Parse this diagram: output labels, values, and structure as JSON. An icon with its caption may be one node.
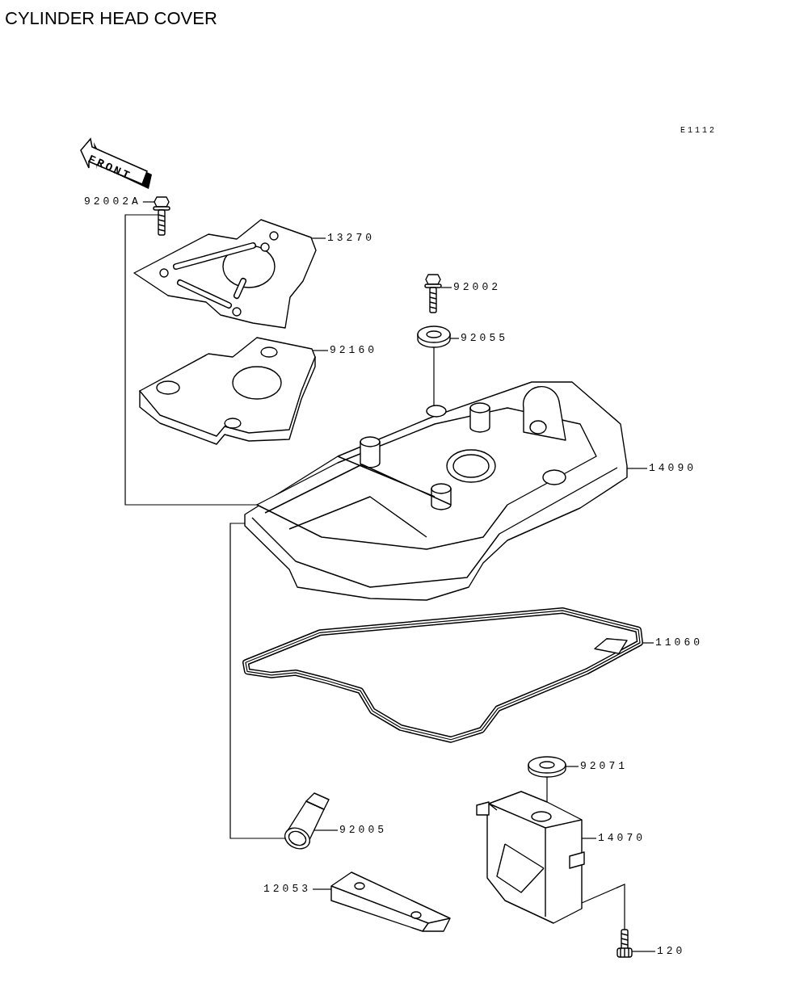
{
  "diagram": {
    "title": "CYLINDER HEAD COVER",
    "nodes": [
      {
        "text": [
          "92002A"
        ]
      },
      {
        "text": [],
        "shape": "picture"
      },
      {
        "text": [
          "13270"
        ]
      },
      {
        "text": [],
        "shape": "picture"
      },
      {
        "text": [
          "92002"
        ]
      },
      {
        "text": [],
        "shape": "picture"
      },
      {
        "text": [
          "92055"
        ]
      },
      {
        "text": [],
        "shape": "picture"
      },
      {
        "text": [
          "92160"
        ]
      },
      {
        "text": [],
        "shape": "picture"
      },
      {
        "text": [
          "14090"
        ]
      },
      {
        "text": [],
        "shape": "picture"
      },
      {
        "text": [
          "11060"
        ]
      },
      {
        "text": [],
        "shape": "picture"
      },
      {
        "text": [
          "92071"
        ]
      },
      {
        "text": [],
        "shape": "picture"
      },
      {
        "text": [
          "14070"
        ]
      },
      {
        "text": [],
        "shape": "picture"
      },
      {
        "text": [
          "92005"
        ]
      },
      {
        "text": [],
        "shape": "picture"
      },
      {
        "text": [
          "12053"
        ]
      },
      {
        "text": [],
        "shape": "picture"
      },
      {
        "text": [
          "120"
        ]
      },
      {
        "text": [],
        "shape": "picture"
      }
    ],
    "edges": [
      {
        "from": 0,
        "to": 1,
        "arrow": "none"
      },
      {
        "from": 2,
        "to": 3,
        "arrow": "none"
      },
      {
        "from": 4,
        "to": 5,
        "arrow": "none"
      },
      {
        "from": 6,
        "to": 7,
        "arrow": "none"
      },
      {
        "from": 8,
        "to": 9,
        "arrow": "none"
      },
      {
        "from": 10,
        "to": 11,
        "arrow": "none"
      },
      {
        "from": 12,
        "to": 13,
        "arrow": "none"
      },
      {
        "from": 14,
        "to": 15,
        "arrow": "none"
      },
      {
        "from": 16,
        "to": 17,
        "arrow": "none"
      },
      {
        "from": 18,
        "to": 19,
        "arrow": "none"
      },
      {
        "from": 20,
        "to": 21,
        "arrow": "none"
      },
      {
        "from": 22,
        "to": 23,
        "arrow": "none"
      },
      {
        "from": 1,
        "to": 11,
        "arrow": "none"
      },
      {
        "from": 7,
        "to": 11,
        "arrow": "none"
      },
      {
        "from": 19,
        "to": 11,
        "arrow": "none"
      },
      {
        "from": 15,
        "to": 17,
        "arrow": "none"
      },
      {
        "from": 17,
        "to": 23,
        "arrow": "none"
      }
    ],
    "labels": [
      "E1112",
      "FRONT"
    ]
  }
}
